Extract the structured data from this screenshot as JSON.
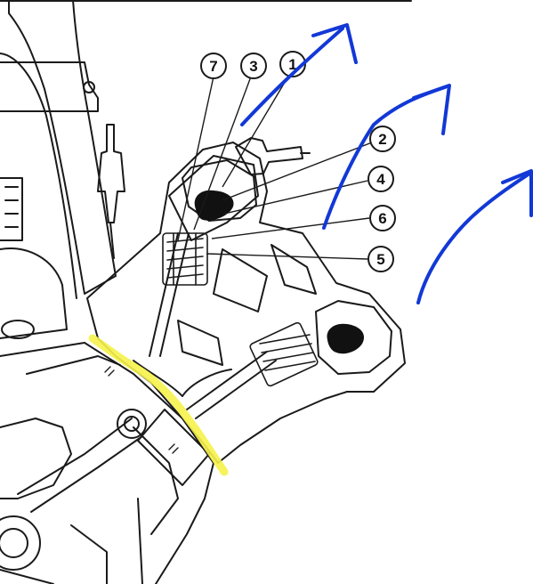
{
  "diagram": {
    "callouts": [
      {
        "id": "7",
        "label": "7"
      },
      {
        "id": "3",
        "label": "3"
      },
      {
        "id": "1",
        "label": "1"
      },
      {
        "id": "2",
        "label": "2"
      },
      {
        "id": "4",
        "label": "4"
      },
      {
        "id": "6",
        "label": "6"
      },
      {
        "id": "5",
        "label": "5"
      }
    ],
    "colors": {
      "line": "#1a1a1a",
      "highlight": "#f5f24a",
      "arrow": "#1238d6",
      "fill_dark": "#111111"
    },
    "annotation_arrows": [
      "arrow-upper-left",
      "arrow-middle",
      "arrow-right"
    ]
  }
}
